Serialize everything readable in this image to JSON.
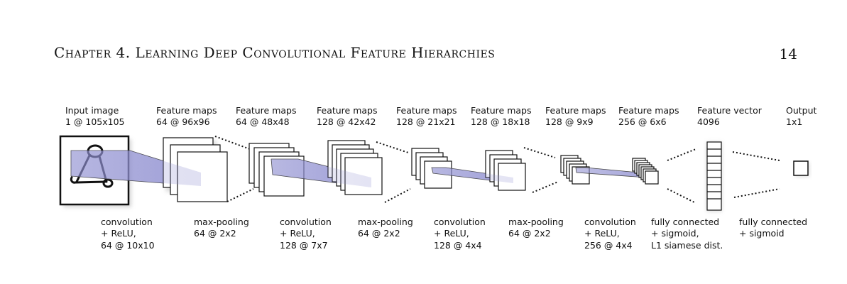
{
  "header": {
    "chapter_title": "Chapter 4.  Learning Deep Convolutional Feature Hierarchies",
    "page_number": "14"
  },
  "figure": {
    "top_labels": [
      {
        "name": "Input image",
        "dims": "1 @ 105x105"
      },
      {
        "name": "Feature maps",
        "dims": "64 @ 96x96"
      },
      {
        "name": "Feature maps",
        "dims": "64 @ 48x48"
      },
      {
        "name": "Feature maps",
        "dims": "128 @ 42x42"
      },
      {
        "name": "Feature maps",
        "dims": "128 @ 21x21"
      },
      {
        "name": "Feature maps",
        "dims": "128 @ 18x18"
      },
      {
        "name": "Feature maps",
        "dims": "128 @ 9x9"
      },
      {
        "name": "Feature maps",
        "dims": "256 @ 6x6"
      },
      {
        "name": "Feature vector",
        "dims": "4096"
      },
      {
        "name": "Output",
        "dims": "1x1"
      }
    ],
    "bottom_labels": [
      {
        "lines": [
          "convolution",
          "+ ReLU,",
          "64 @ 10x10"
        ]
      },
      {
        "lines": [
          "max-pooling",
          "64 @ 2x2"
        ]
      },
      {
        "lines": [
          "convolution",
          "+ ReLU,",
          "128 @ 7x7"
        ]
      },
      {
        "lines": [
          "max-pooling",
          "64 @ 2x2"
        ]
      },
      {
        "lines": [
          "convolution",
          "+ ReLU,",
          "128 @ 4x4"
        ]
      },
      {
        "lines": [
          "max-pooling",
          "64 @ 2x2"
        ]
      },
      {
        "lines": [
          "convolution",
          "+ ReLU,",
          "256 @ 4x4"
        ]
      },
      {
        "lines": [
          "fully connected",
          "+ sigmoid,",
          "L1 siamese dist."
        ]
      },
      {
        "lines": [
          "fully connected",
          "+ sigmoid"
        ]
      }
    ],
    "colors": {
      "kernel_fill": "#8e8ed0",
      "stroke": "#111111",
      "shadow": "#bdbdbd"
    }
  }
}
